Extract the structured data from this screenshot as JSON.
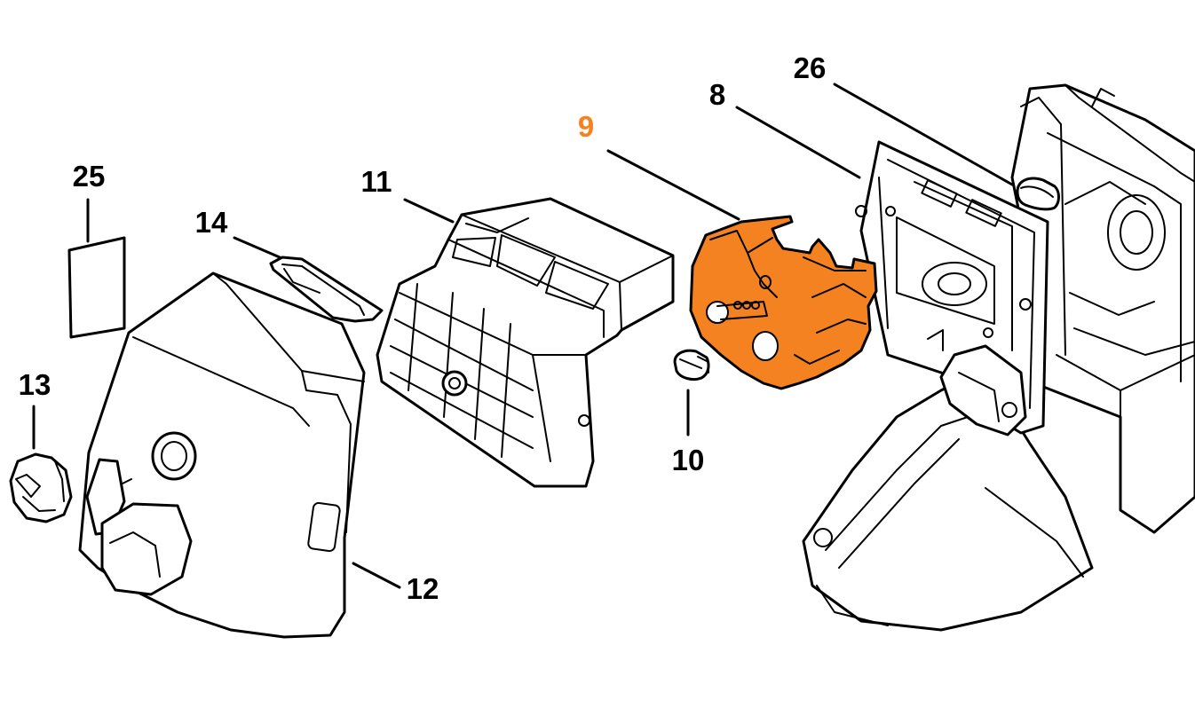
{
  "diagram": {
    "highlight_color": "#f58220",
    "line_color": "#000000",
    "callouts": [
      {
        "id": "25",
        "label": "25",
        "highlighted": false
      },
      {
        "id": "14",
        "label": "14",
        "highlighted": false
      },
      {
        "id": "11",
        "label": "11",
        "highlighted": false
      },
      {
        "id": "9",
        "label": "9",
        "highlighted": true
      },
      {
        "id": "8",
        "label": "8",
        "highlighted": false
      },
      {
        "id": "26",
        "label": "26",
        "highlighted": false
      },
      {
        "id": "13",
        "label": "13",
        "highlighted": false
      },
      {
        "id": "10",
        "label": "10",
        "highlighted": false
      },
      {
        "id": "12",
        "label": "12",
        "highlighted": false
      }
    ]
  }
}
